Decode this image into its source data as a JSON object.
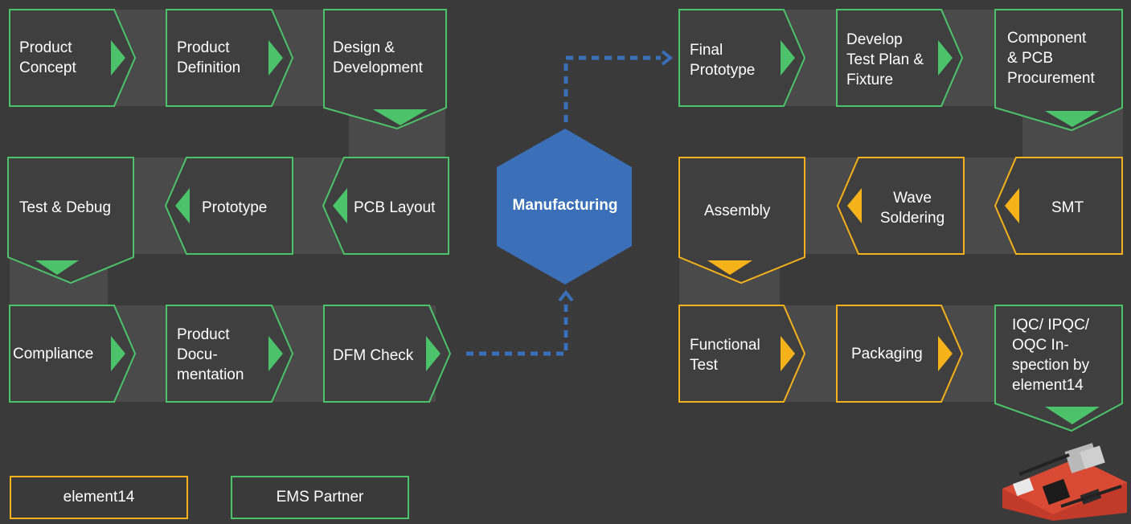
{
  "colors": {
    "background": "#3a3a3a",
    "band": "#4a4a4a",
    "box_fill": "#3f3f3f",
    "ems_partner": "#4cc36a",
    "element14": "#f6b21b",
    "manufacturing": "#3b6fb8"
  },
  "steps": {
    "product_concept": "Product\nConcept",
    "product_definition": "Product\nDefinition",
    "design_development": "Design &\nDevelopment",
    "test_debug": "Test & Debug",
    "prototype": "Prototype",
    "pcb_layout": "PCB Layout",
    "compliance": "Compliance",
    "product_documentation": "Product\nDocu-\nmentation",
    "dfm_check": "DFM Check",
    "final_prototype": "Final\nPrototype",
    "develop_test_plan": "Develop\nTest Plan &\nFixture",
    "component_procurement": "Component\n& PCB\nProcurement",
    "assembly": "Assembly",
    "wave_soldering": "Wave\nSoldering",
    "smt": "SMT",
    "functional_test": "Functional\nTest",
    "packaging": "Packaging",
    "iqc_inspection": "IQC/ IPQC/\nOQC In-\nspection by\nelement14"
  },
  "center": {
    "label": "Manufacturing"
  },
  "legend": {
    "element14": "element14",
    "ems_partner": "EMS Partner"
  },
  "board_icon": "circuit-board-icon"
}
